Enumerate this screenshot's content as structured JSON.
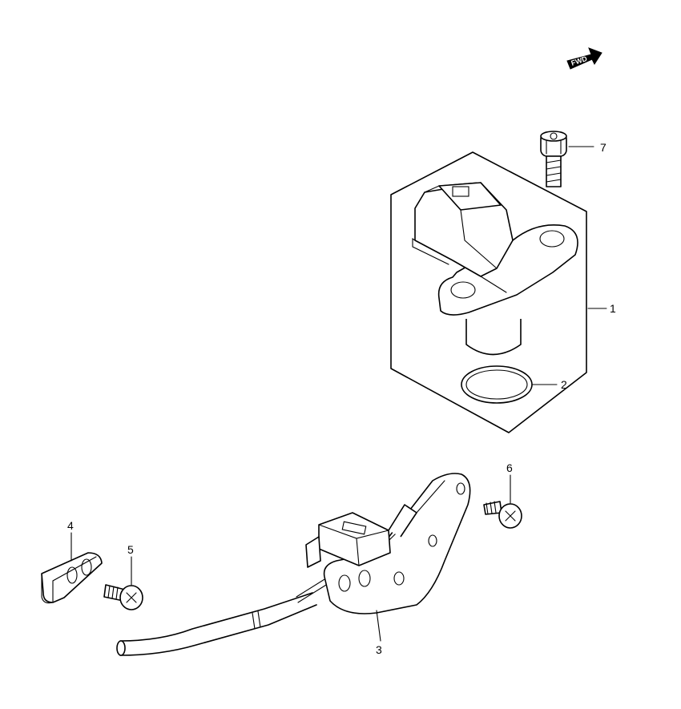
{
  "fwd_label": "FWD",
  "callouts": {
    "c1": "1",
    "c2": "2",
    "c3": "3",
    "c4": "4",
    "c5": "5",
    "c6": "6",
    "c7": "7"
  },
  "colors": {
    "line": "#000000",
    "background": "#ffffff"
  }
}
